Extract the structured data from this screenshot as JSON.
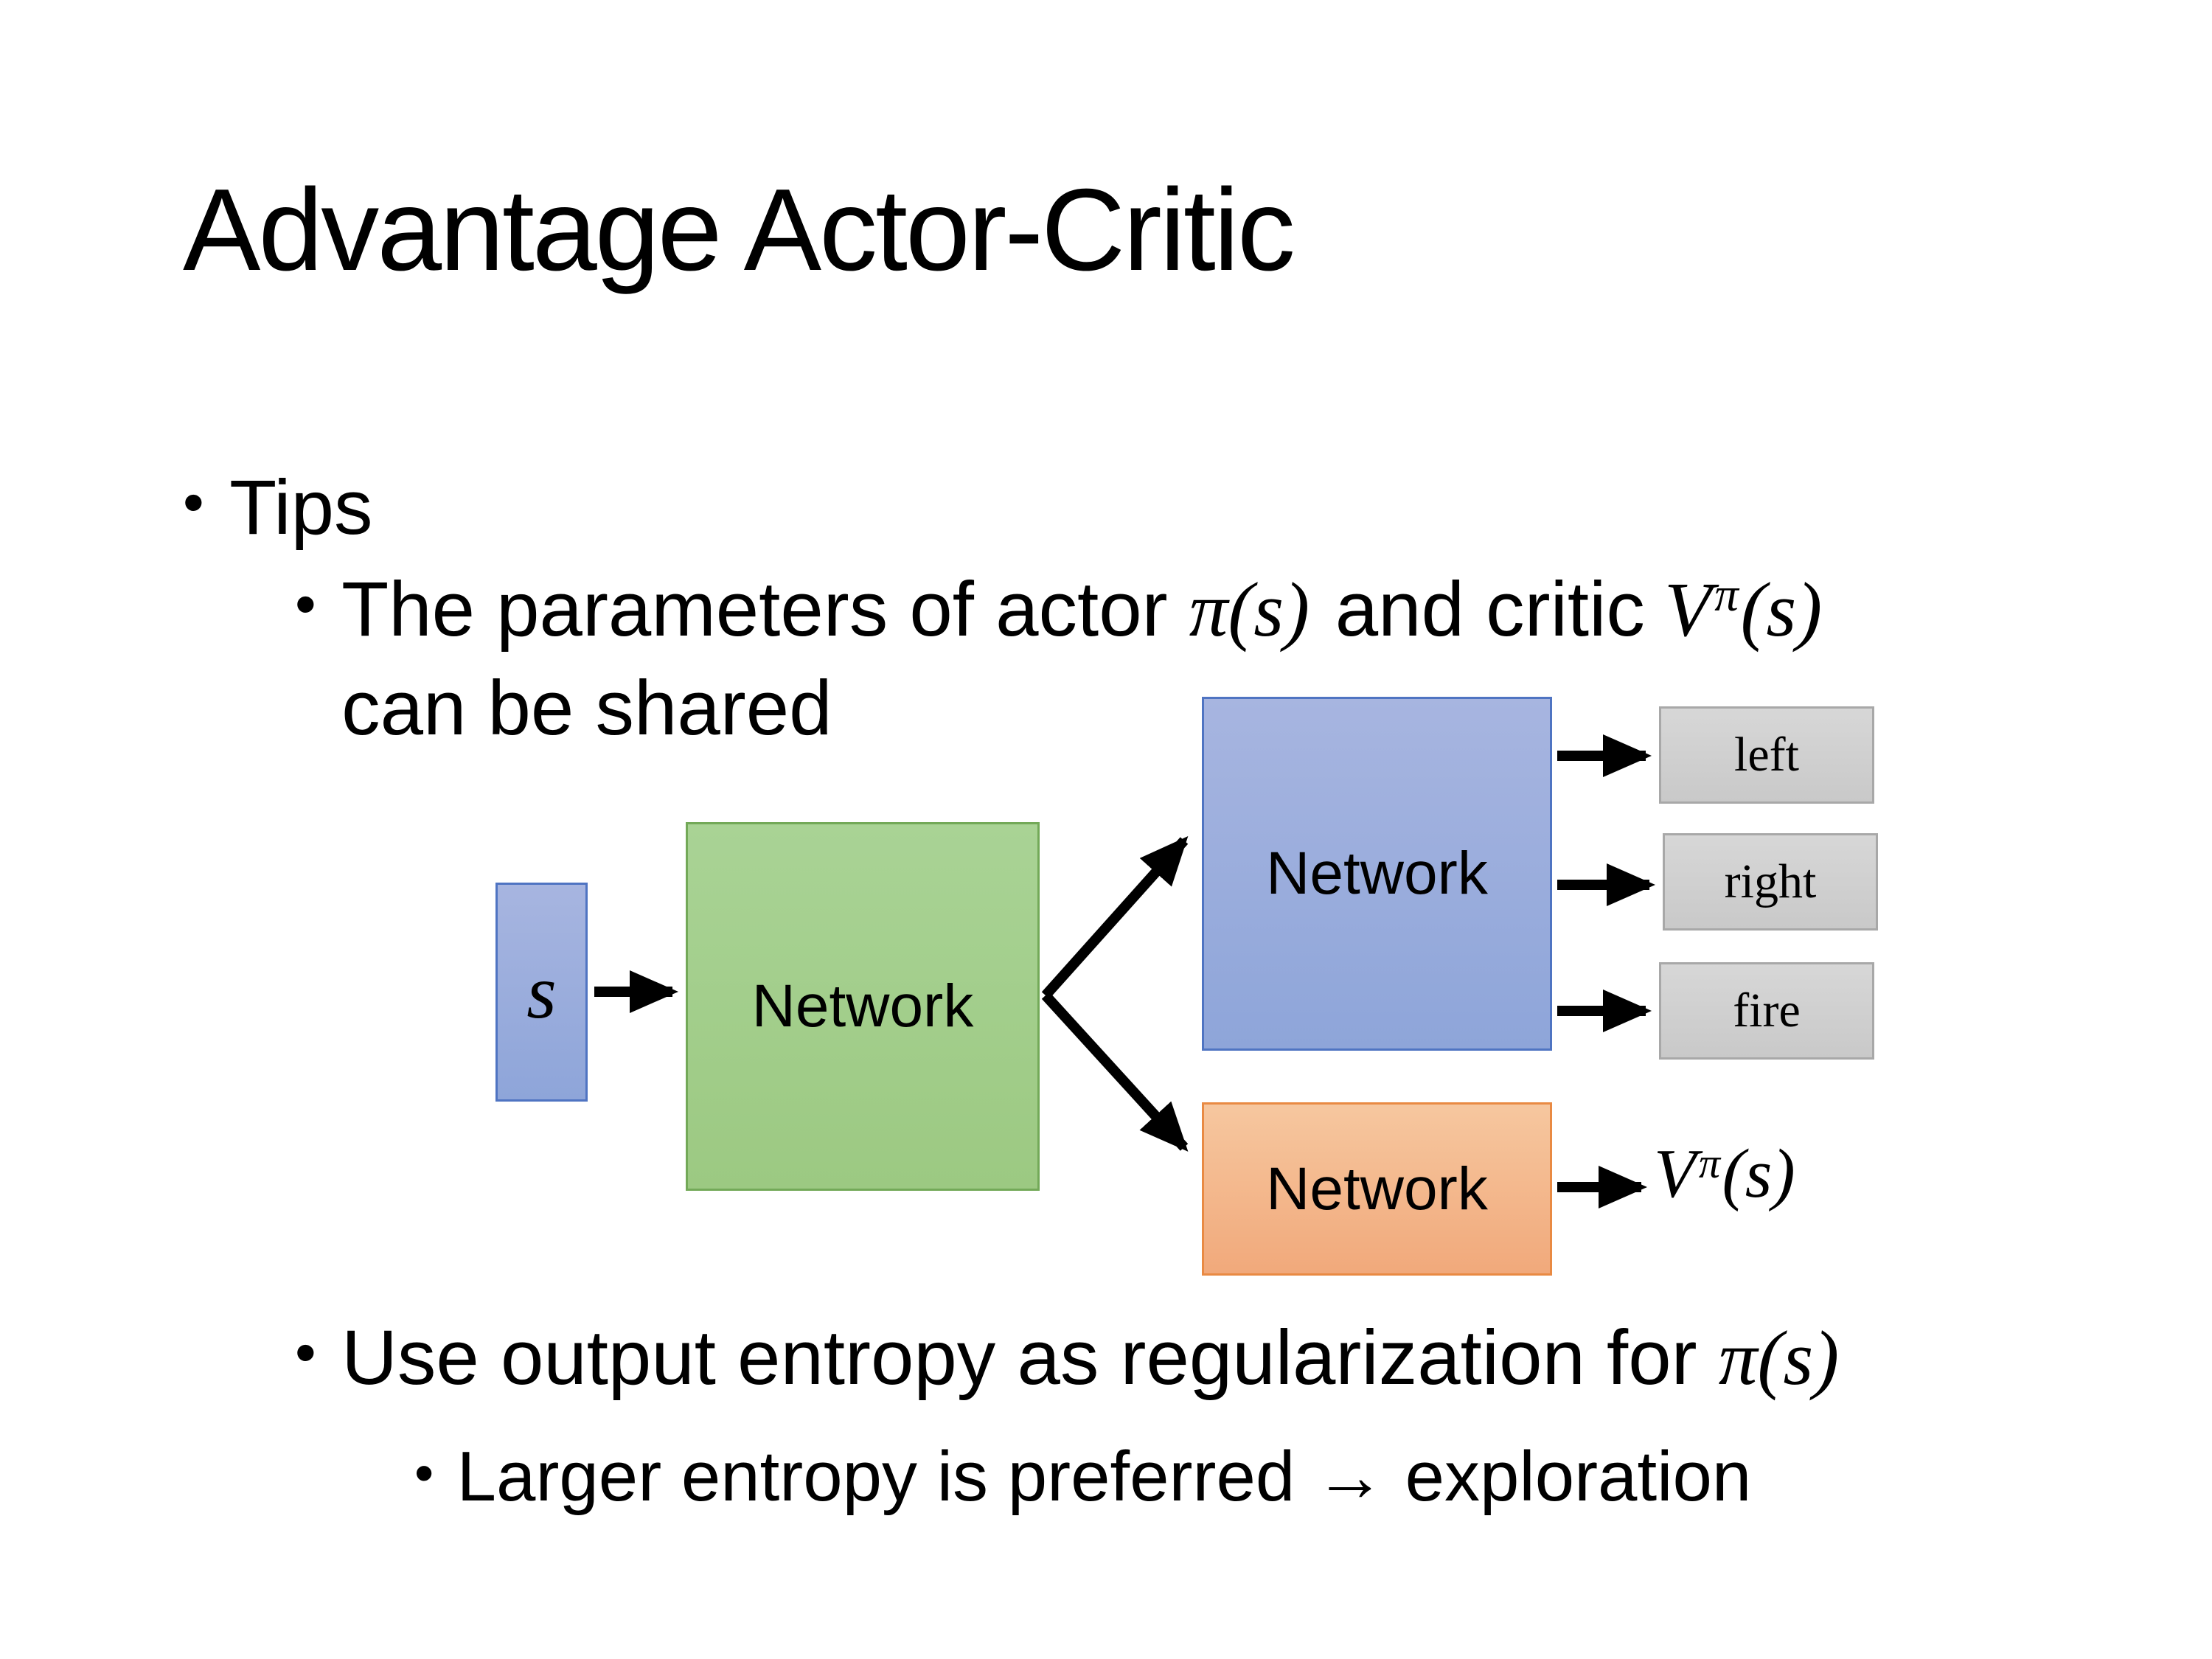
{
  "slide": {
    "title": "Advantage Actor-Critic",
    "bullet_char": "•",
    "tips": "Tips",
    "parameters": {
      "text_before": "The parameters of actor ",
      "actor_math": "π(s)",
      "text_middle": "and critic",
      "critic_base": "V",
      "critic_sup": "π",
      "critic_arg": "(s)",
      "line2": "can be shared"
    },
    "entropy": {
      "text_before": "Use output entropy as regularization for ",
      "math": "π(s)"
    },
    "entropy_sub": "Larger entropy is preferred → exploration"
  },
  "diagram": {
    "state_label": "s",
    "shared_network_label": "Network",
    "actor_network_label": "Network",
    "critic_network_label": "Network",
    "actions": [
      "left",
      "right",
      "fire"
    ],
    "critic_output": {
      "base": "V",
      "sup": "π",
      "arg": "(s)"
    }
  },
  "colors": {
    "background": "#ffffff",
    "text": "#000000",
    "arrow": "#000000",
    "box_blue_top": "#a7b5e0",
    "box_blue_bottom": "#8ea5d9",
    "box_blue_border": "#4f74c2",
    "box_green_top": "#a9d395",
    "box_green_bottom": "#9cc982",
    "box_green_border": "#73a958",
    "box_orange_top": "#f6c79f",
    "box_orange_bottom": "#f1a97b",
    "box_orange_border": "#e98a43",
    "box_gray_top": "#d7d7d7",
    "box_gray_bottom": "#c9c9c9",
    "box_gray_border": "#a8a8a8"
  }
}
